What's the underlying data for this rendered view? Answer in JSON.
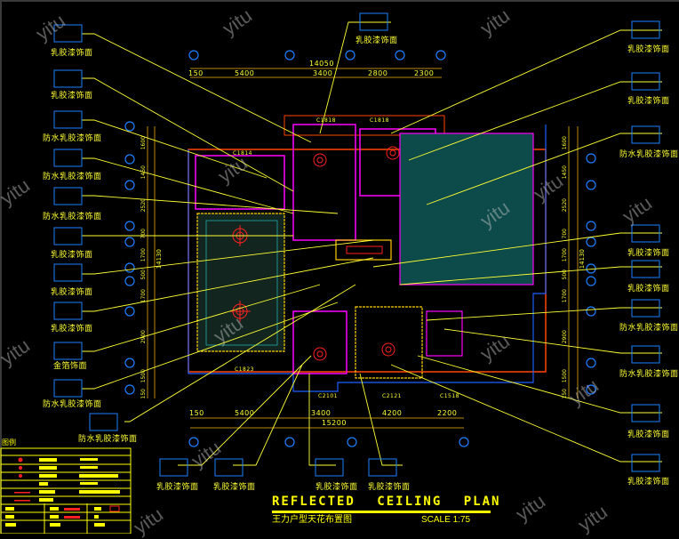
{
  "drawing": {
    "title_en": "REFLECTED CEILING PLAN",
    "title_cn": "王力户型天花布置图",
    "scale": "SCALE 1:75",
    "legend_title": "图例",
    "watermark": "yitu"
  },
  "callouts": {
    "top": [
      "乳胶漆饰面"
    ],
    "left": [
      "乳胶漆饰面",
      "乳胶漆饰面",
      "防水乳胶漆饰面",
      "防水乳胶漆饰面",
      "防水乳胶漆饰面",
      "乳胶漆饰面",
      "乳胶漆饰面",
      "乳胶漆饰面",
      "金箔饰面",
      "防水乳胶漆饰面"
    ],
    "right": [
      "乳胶漆饰面",
      "乳胶漆饰面",
      "防水乳胶漆饰面",
      "乳胶漆饰面",
      "乳胶漆饰面",
      "防水乳胶漆饰面",
      "防水乳胶漆饰面",
      "乳胶漆饰面",
      "乳胶漆饰面"
    ],
    "bottom": [
      "防水乳胶漆饰面",
      "乳胶漆饰面",
      "乳胶漆饰面",
      "乳胶漆饰面",
      "乳胶漆饰面"
    ]
  },
  "dimensions": {
    "top_total": "14050",
    "top": [
      "150",
      "5400",
      "3400",
      "2800",
      "2300"
    ],
    "bottom_total": "15200",
    "bottom": [
      "150",
      "5400",
      "3400",
      "4200",
      "2200"
    ],
    "left_total": "14130",
    "left": [
      "1600",
      "1450",
      "2520",
      "700",
      "1700",
      "500",
      "1700",
      "2900",
      "1500",
      "150"
    ],
    "right_total": "14130",
    "right": [
      "1600",
      "1450",
      "2520",
      "700",
      "1700",
      "500",
      "1700",
      "2900",
      "1500",
      "150"
    ]
  },
  "rooms": {
    "window_tags": [
      "C1814",
      "C1818",
      "C1818",
      "C1823",
      "C2101",
      "C2121",
      "C1518"
    ]
  },
  "colors": {
    "background": "#000000",
    "annotation": "#ffff33",
    "tag_box": "#1e7fff",
    "dimension": "#b8860b",
    "wall": "#ff00ff",
    "outer_wall": "#ff4500",
    "stair_fill": "#0d4a4a",
    "light": "#ff2020"
  }
}
